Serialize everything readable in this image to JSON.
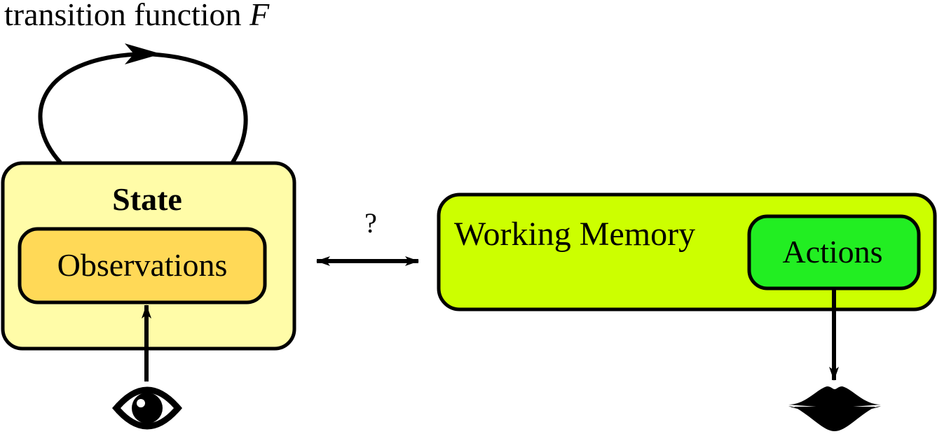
{
  "title": {
    "prefix": "transition function ",
    "symbol": "F"
  },
  "state_box": {
    "label": "State",
    "fill": "#fffca8"
  },
  "observations_box": {
    "label": "Observations",
    "fill": "#ffd957"
  },
  "working_memory_box": {
    "label": "Working Memory",
    "fill": "#ccff00"
  },
  "actions_box": {
    "label": "Actions",
    "fill": "#22ee22"
  },
  "bidirectional_link": {
    "label": "?"
  },
  "icons": {
    "input": "eye-icon",
    "output": "mouth-icon"
  }
}
